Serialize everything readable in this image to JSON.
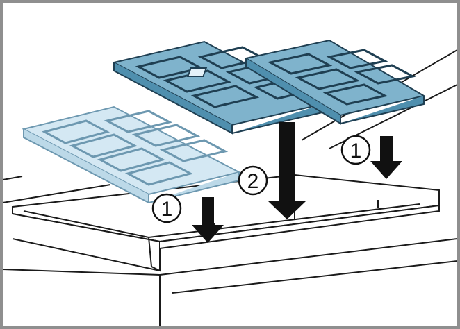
{
  "callouts": {
    "step_1_left": "1",
    "step_2_center": "2",
    "step_1_right": "1"
  },
  "colors": {
    "frame_border": "#8f8f8f",
    "line": "#1a1a1a",
    "grate_blue": "#7fb3cc",
    "grate_blue_dark": "#4f8fae",
    "grate_light": "#bcd9e8",
    "arrow": "#111111"
  },
  "icons": [
    "down-arrow-icon",
    "pan-support-grate"
  ]
}
